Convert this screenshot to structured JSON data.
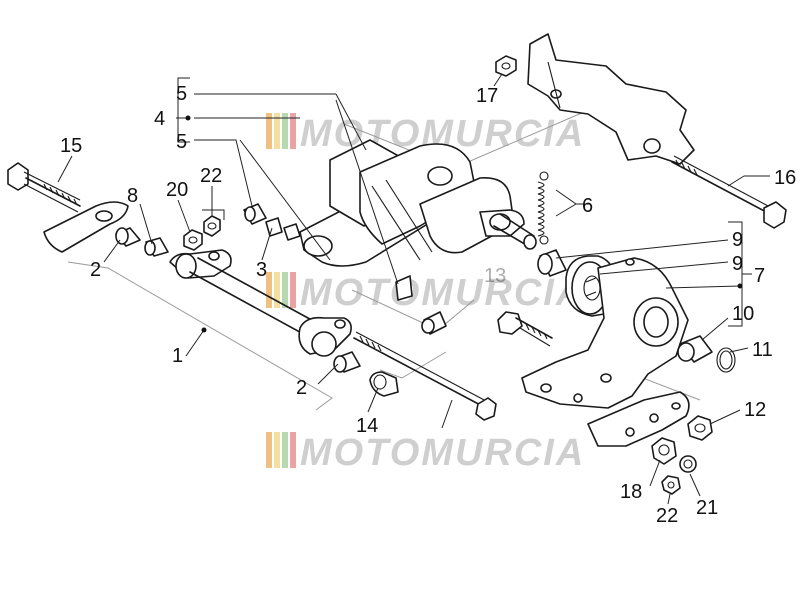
{
  "watermark": {
    "text": "MOTOMURCIA",
    "colors": [
      "#f0c080",
      "#f3dfa0",
      "#b8d8b0",
      "#e9a3a3"
    ]
  },
  "callouts": [
    {
      "id": "1",
      "text": "1"
    },
    {
      "id": "2a",
      "text": "2"
    },
    {
      "id": "2b",
      "text": "2"
    },
    {
      "id": "3",
      "text": "3"
    },
    {
      "id": "4",
      "text": "4"
    },
    {
      "id": "5a",
      "text": "5"
    },
    {
      "id": "5b",
      "text": "5"
    },
    {
      "id": "6",
      "text": "6"
    },
    {
      "id": "7",
      "text": "7"
    },
    {
      "id": "8",
      "text": "8"
    },
    {
      "id": "9a",
      "text": "9"
    },
    {
      "id": "9b",
      "text": "9"
    },
    {
      "id": "10",
      "text": "10"
    },
    {
      "id": "11",
      "text": "11"
    },
    {
      "id": "12",
      "text": "12"
    },
    {
      "id": "13",
      "text": "13"
    },
    {
      "id": "14",
      "text": "14"
    },
    {
      "id": "15",
      "text": "15"
    },
    {
      "id": "16",
      "text": "16"
    },
    {
      "id": "17",
      "text": "17"
    },
    {
      "id": "18",
      "text": "18"
    },
    {
      "id": "20",
      "text": "20"
    },
    {
      "id": "21",
      "text": "21"
    },
    {
      "id": "22a",
      "text": "22"
    },
    {
      "id": "22b",
      "text": "22"
    }
  ]
}
